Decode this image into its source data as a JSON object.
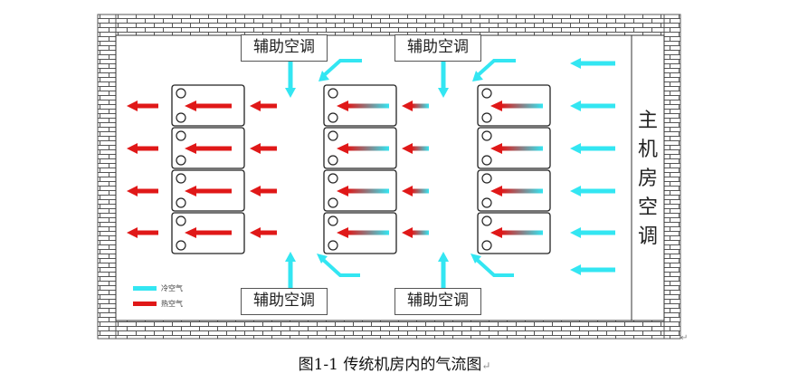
{
  "diagram": {
    "aux_ac_label": "辅助空调",
    "main_ac_chars": [
      "主",
      "机",
      "房",
      "空",
      "调"
    ],
    "legend": {
      "cold": "冷空气",
      "hot": "热空气"
    },
    "colors": {
      "cold": "#33e6f2",
      "hot": "#e01818",
      "brick": "#555555",
      "rack": "#222222"
    }
  },
  "caption": {
    "text": "图1-1  传统机房内的气流图",
    "return_mark": "↵"
  }
}
